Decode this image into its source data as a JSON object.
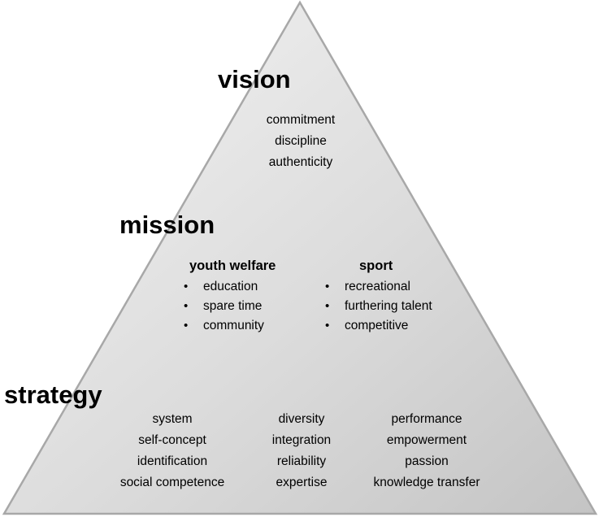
{
  "vision": {
    "heading": "vision",
    "values": [
      "commitment",
      "discipline",
      "authenticity"
    ]
  },
  "mission": {
    "heading": "mission",
    "columns": [
      {
        "heading": "youth welfare",
        "items": [
          "education",
          "spare time",
          "community"
        ]
      },
      {
        "heading": "sport",
        "items": [
          "recreational",
          "furthering talent",
          "competitive"
        ]
      }
    ]
  },
  "strategy": {
    "heading": "strategy",
    "columns": [
      [
        "system",
        "self-concept",
        "identification",
        "social competence"
      ],
      [
        "diversity",
        "integration",
        "reliability",
        "expertise"
      ],
      [
        "performance",
        "empowerment",
        "passion",
        "knowledge transfer"
      ]
    ]
  },
  "colors": {
    "pyramid_fill_light": "#f2f2f2",
    "pyramid_fill_dark": "#c8c8c8",
    "pyramid_stroke": "#a8a8a8",
    "text": "#000000"
  }
}
